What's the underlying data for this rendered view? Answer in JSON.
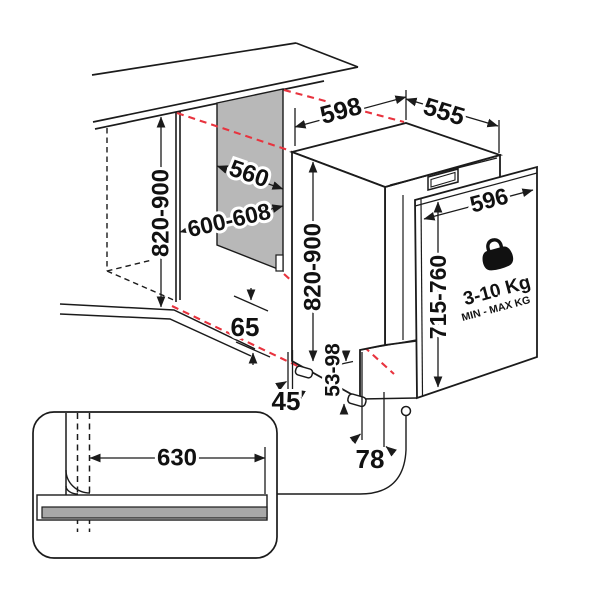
{
  "diagram": {
    "title": "Built-in dishwasher installation dimensions diagram",
    "labels": {
      "top_width": "598",
      "top_depth": "555",
      "niche_depth": "560",
      "niche_width": "600-608",
      "niche_height": "820-900",
      "appliance_height": "820-900",
      "door_width": "596",
      "door_height": "715-760",
      "door_weight": "3-10 Kg",
      "door_weight_note": "MIN - MAX KG",
      "plinth_clearance": "65",
      "foot_offset": "45",
      "feet_range": "53-98",
      "front_clearance": "78",
      "hose_length": "630"
    },
    "colors": {
      "line": "#1b1b1b",
      "guide_red": "#e8333e",
      "panel_gray": "#b8b8b8",
      "bar_gray": "#a8a8a8"
    }
  }
}
